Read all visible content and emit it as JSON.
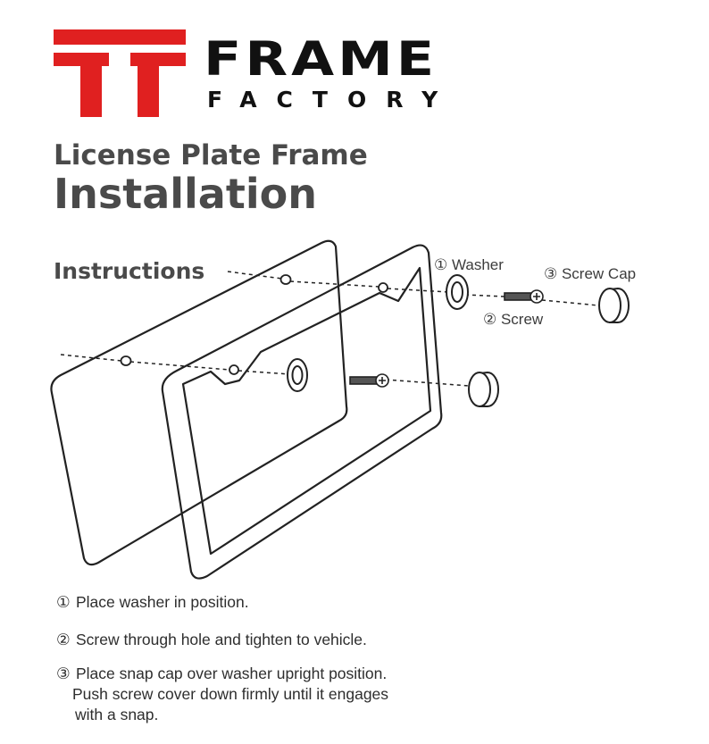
{
  "brand": {
    "name_main": "FRAME",
    "name_sub": "FACTORY",
    "logo_color": "#e02020"
  },
  "title": {
    "line1": "License Plate Frame",
    "line2": "Installation"
  },
  "section": {
    "heading": "Instructions"
  },
  "callouts": {
    "washer": "① Washer",
    "screw": "② Screw",
    "screw_cap": "③ Screw Cap"
  },
  "steps": [
    {
      "number": "①",
      "lines": [
        "Place washer in position."
      ]
    },
    {
      "number": "②",
      "lines": [
        "Screw through hole and tighten to vehicle."
      ]
    },
    {
      "number": "③",
      "lines": [
        "Place snap cap over washer upright position.",
        "Push screw cover down firmly until it engages",
        "with a snap."
      ]
    }
  ],
  "colors": {
    "text": "#4a4a4a",
    "line": "#222222"
  }
}
